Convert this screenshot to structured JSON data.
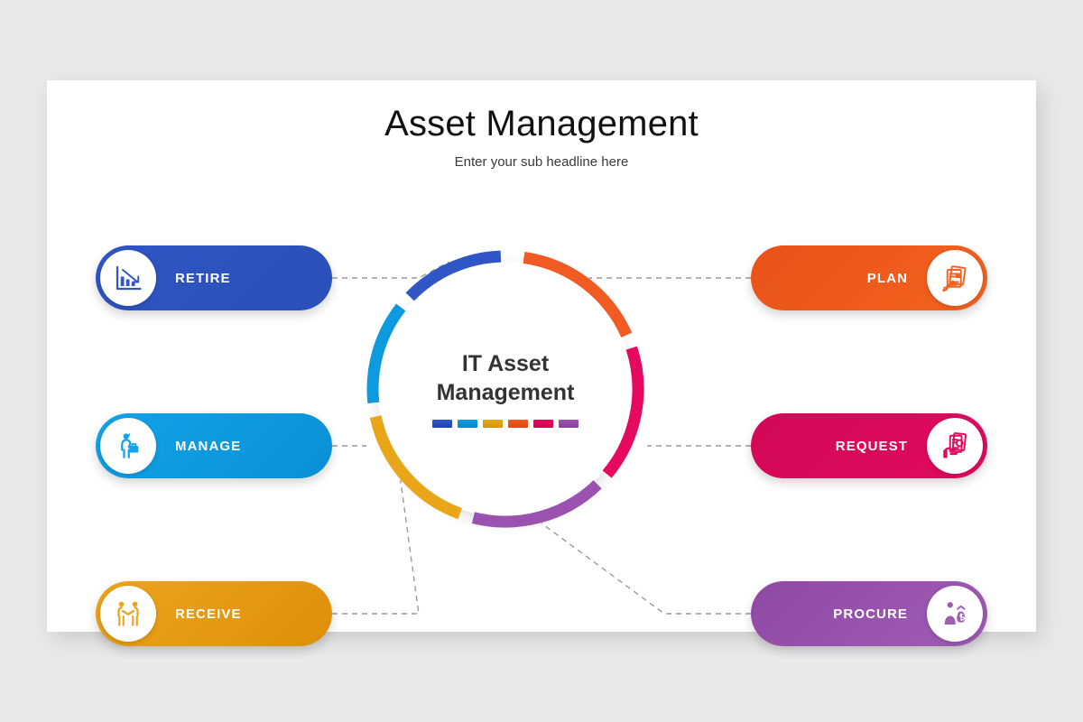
{
  "slide": {
    "title": "Asset Management",
    "subtitle": "Enter your sub headline here",
    "background_color": "#e9e9ea",
    "surface_color": "#ffffff"
  },
  "center": {
    "line1": "IT Asset",
    "line2": "Management",
    "text_color": "#333333",
    "legend_colors": [
      "#2f56c4",
      "#0d9ade",
      "#e8a618",
      "#f15a22",
      "#e50a5f",
      "#9b51b0"
    ]
  },
  "chart_data": {
    "type": "pie",
    "title": "IT Asset Management",
    "categories": [
      "PLAN",
      "REQUEST",
      "PROCURE",
      "RECEIVE",
      "MANAGE",
      "RETIRE"
    ],
    "values": [
      1,
      1,
      1,
      1,
      1,
      1
    ],
    "colors": [
      "#f15a22",
      "#e50a5f",
      "#9b51b0",
      "#e8a618",
      "#0d9ade",
      "#2f56c4"
    ],
    "legend": "center",
    "note": "Six equal donut segments, one per lifecycle stage"
  },
  "steps": [
    {
      "id": "retire",
      "label": "RETIRE",
      "side": "left",
      "row": 0,
      "color_start": "#2f56c4",
      "color_end": "#2a4fb8",
      "icon": "declining-bar-chart-icon"
    },
    {
      "id": "manage",
      "label": "MANAGE",
      "side": "left",
      "row": 1,
      "color_start": "#13a3e8",
      "color_end": "#0a8fd4",
      "icon": "businessman-briefcase-icon"
    },
    {
      "id": "receive",
      "label": "RECEIVE",
      "side": "left",
      "row": 2,
      "color_start": "#eda41b",
      "color_end": "#dd8f0c",
      "icon": "handshake-people-icon"
    },
    {
      "id": "plan",
      "label": "PLAN",
      "side": "right",
      "row": 0,
      "color_start": "#f4631f",
      "color_end": "#e8521a",
      "icon": "documents-pencil-icon"
    },
    {
      "id": "request",
      "label": "REQUEST",
      "side": "right",
      "row": 1,
      "color_start": "#e20a5e",
      "color_end": "#d10957",
      "icon": "hand-documents-icon"
    },
    {
      "id": "procure",
      "label": "PROCURE",
      "side": "right",
      "row": 2,
      "color_start": "#a05cb5",
      "color_end": "#8e49a5",
      "icon": "person-money-bag-icon"
    }
  ],
  "ring": {
    "segments": [
      {
        "step": "plan",
        "color": "#f15a22",
        "start_deg": 8,
        "end_deg": 66
      },
      {
        "step": "request",
        "color": "#e50a5f",
        "start_deg": 72,
        "end_deg": 130
      },
      {
        "step": "procure",
        "color": "#9b51b0",
        "start_deg": 136,
        "end_deg": 194
      },
      {
        "step": "receive",
        "color": "#e8a618",
        "start_deg": 200,
        "end_deg": 258
      },
      {
        "step": "manage",
        "color": "#0d9ade",
        "start_deg": 264,
        "end_deg": 308
      },
      {
        "step": "retire",
        "color": "#2f56c4",
        "start_deg": 314,
        "end_deg": 358
      }
    ]
  },
  "connectors": {
    "color": "#9a9a9a",
    "dash": "6 5"
  }
}
